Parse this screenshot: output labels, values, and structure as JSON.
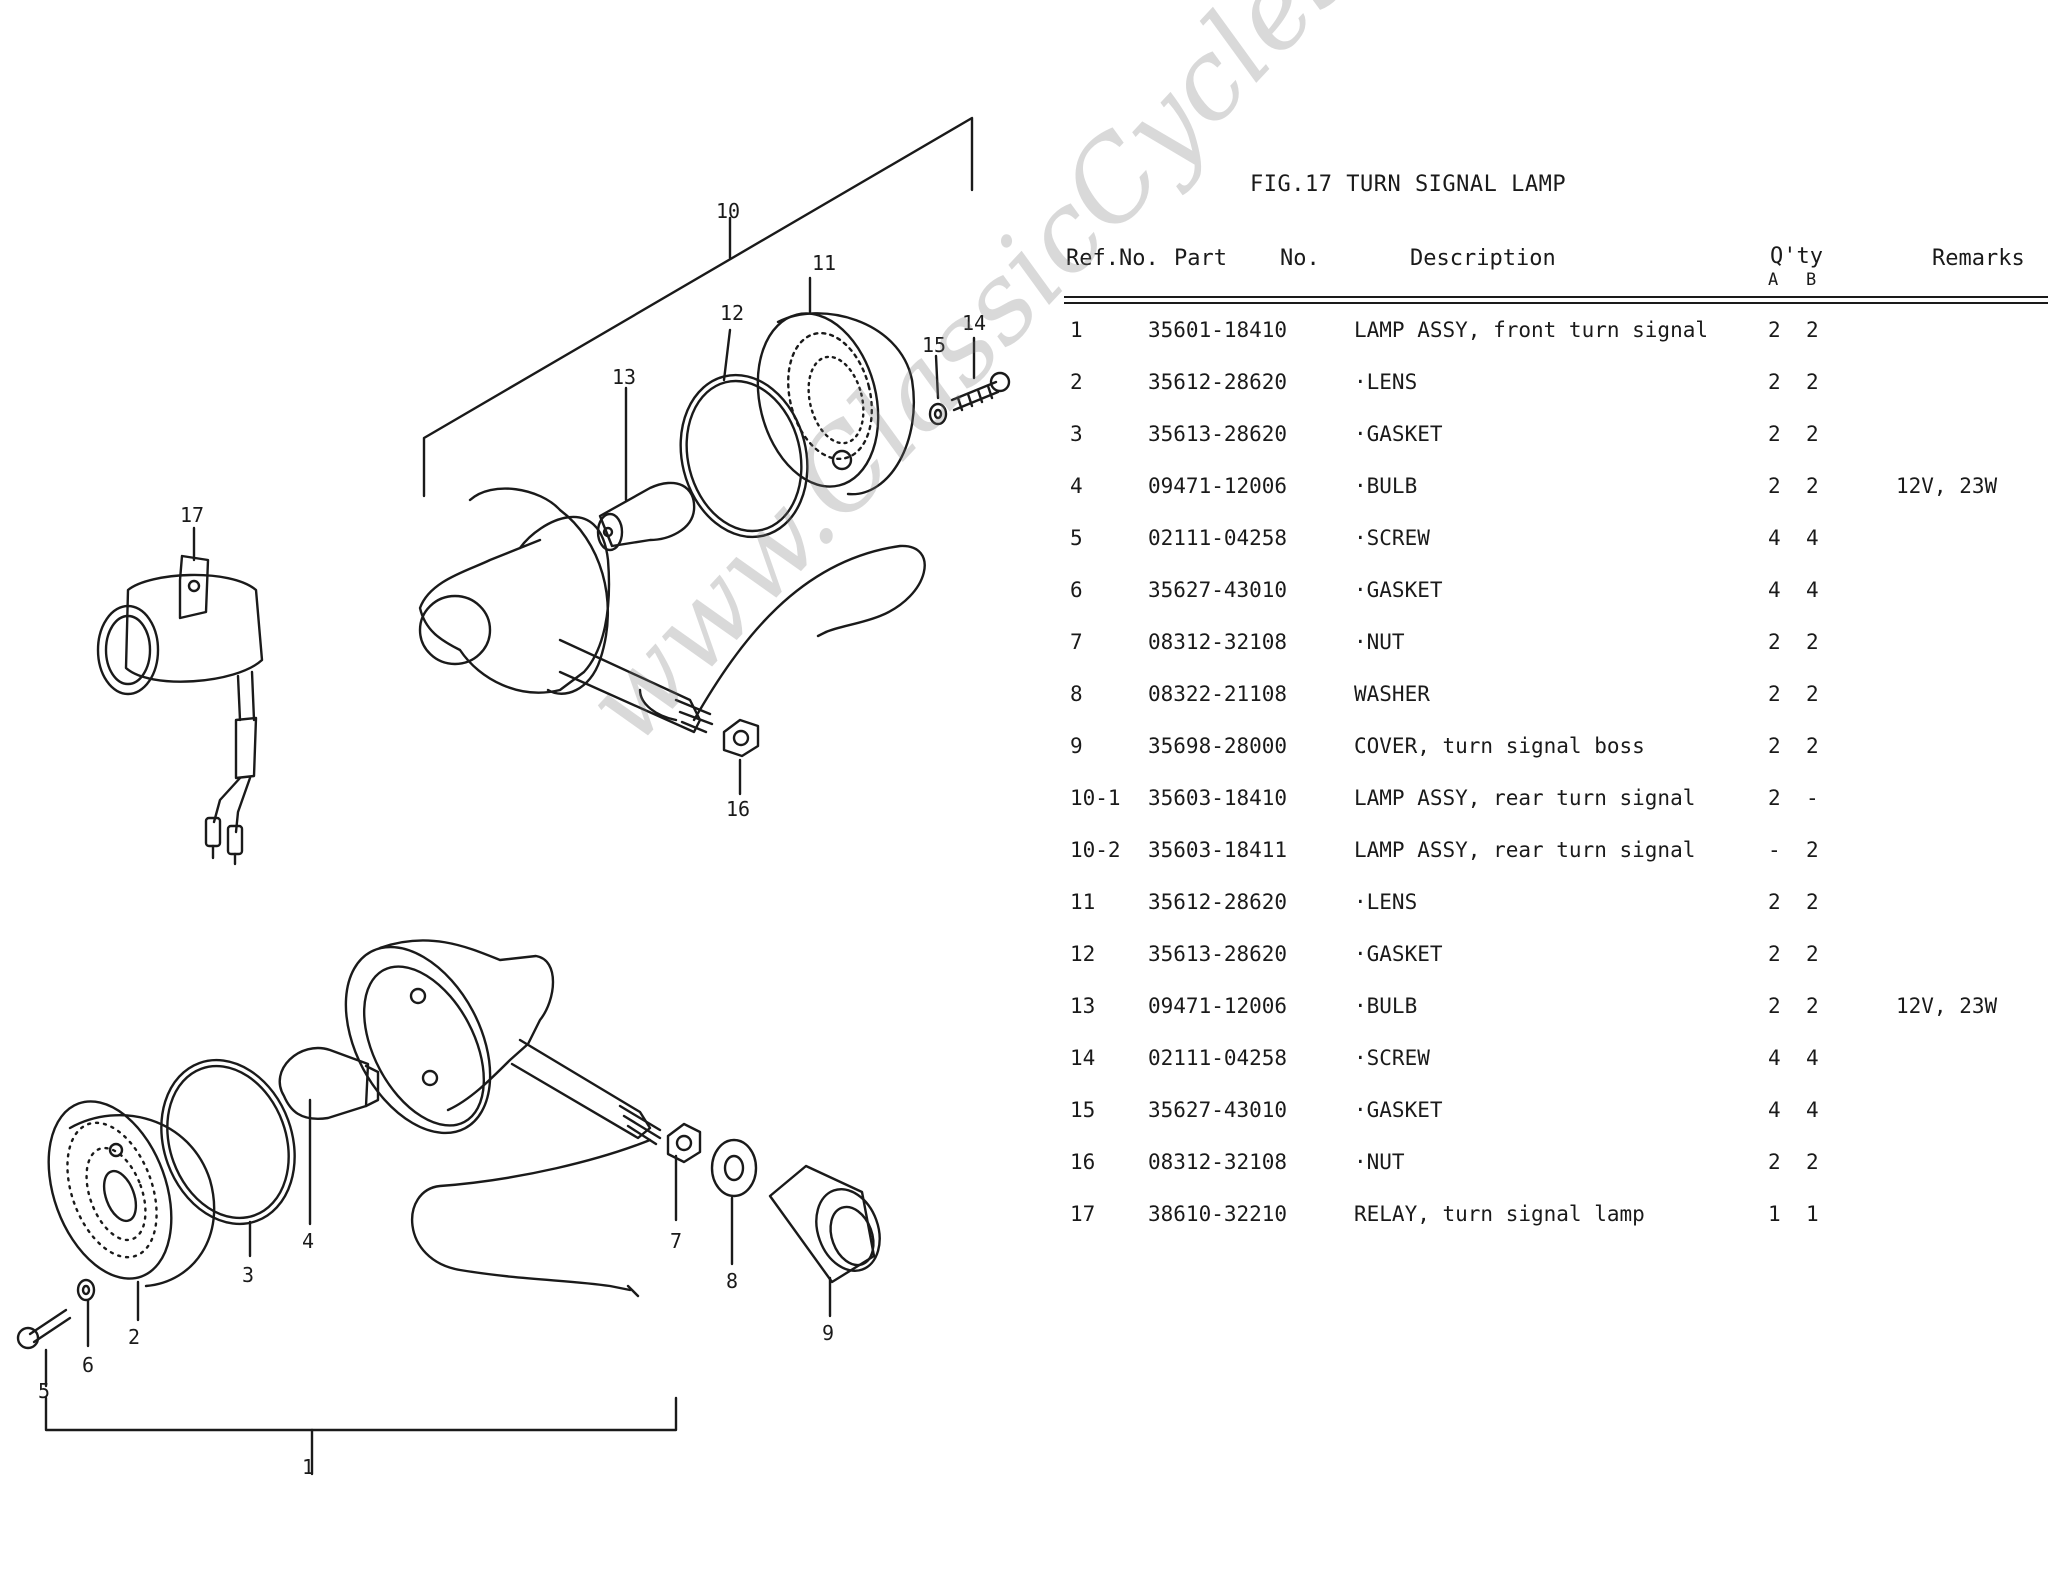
{
  "title": "FIG.17  TURN SIGNAL LAMP",
  "headers": {
    "ref": "Ref.No.",
    "part": "Part    No.",
    "desc": "Description",
    "qty": "Q'ty",
    "qty_a": "A",
    "qty_b": "B",
    "remarks": "Remarks"
  },
  "rows": [
    {
      "ref": "1",
      "part": "35601-18410",
      "desc": "LAMP ASSY, front turn signal",
      "a": "2",
      "b": "2",
      "rem": ""
    },
    {
      "ref": "2",
      "part": "35612-28620",
      "desc": "·LENS",
      "a": "2",
      "b": "2",
      "rem": ""
    },
    {
      "ref": "3",
      "part": "35613-28620",
      "desc": "·GASKET",
      "a": "2",
      "b": "2",
      "rem": ""
    },
    {
      "ref": "4",
      "part": "09471-12006",
      "desc": "·BULB",
      "a": "2",
      "b": "2",
      "rem": "12V, 23W"
    },
    {
      "ref": "5",
      "part": "02111-04258",
      "desc": "·SCREW",
      "a": "4",
      "b": "4",
      "rem": ""
    },
    {
      "ref": "6",
      "part": "35627-43010",
      "desc": "·GASKET",
      "a": "4",
      "b": "4",
      "rem": ""
    },
    {
      "ref": "7",
      "part": "08312-32108",
      "desc": "·NUT",
      "a": "2",
      "b": "2",
      "rem": ""
    },
    {
      "ref": "8",
      "part": "08322-21108",
      "desc": "WASHER",
      "a": "2",
      "b": "2",
      "rem": ""
    },
    {
      "ref": "9",
      "part": "35698-28000",
      "desc": "COVER, turn signal boss",
      "a": "2",
      "b": "2",
      "rem": ""
    },
    {
      "ref": "10-1",
      "part": "35603-18410",
      "desc": "LAMP ASSY, rear turn signal",
      "a": "2",
      "b": "-",
      "rem": ""
    },
    {
      "ref": "10-2",
      "part": "35603-18411",
      "desc": "LAMP ASSY, rear turn signal",
      "a": "-",
      "b": "2",
      "rem": ""
    },
    {
      "ref": "11",
      "part": "35612-28620",
      "desc": "·LENS",
      "a": "2",
      "b": "2",
      "rem": ""
    },
    {
      "ref": "12",
      "part": "35613-28620",
      "desc": "·GASKET",
      "a": "2",
      "b": "2",
      "rem": ""
    },
    {
      "ref": "13",
      "part": "09471-12006",
      "desc": "·BULB",
      "a": "2",
      "b": "2",
      "rem": "12V, 23W"
    },
    {
      "ref": "14",
      "part": "02111-04258",
      "desc": "·SCREW",
      "a": "4",
      "b": "4",
      "rem": ""
    },
    {
      "ref": "15",
      "part": "35627-43010",
      "desc": "·GASKET",
      "a": "4",
      "b": "4",
      "rem": ""
    },
    {
      "ref": "16",
      "part": "08312-32108",
      "desc": "·NUT",
      "a": "2",
      "b": "2",
      "rem": ""
    },
    {
      "ref": "17",
      "part": "38610-32210",
      "desc": "RELAY, turn signal lamp",
      "a": "1",
      "b": "1",
      "rem": ""
    }
  ],
  "callouts": [
    "1",
    "2",
    "3",
    "4",
    "5",
    "6",
    "7",
    "8",
    "9",
    "10",
    "11",
    "12",
    "13",
    "14",
    "15",
    "16",
    "17"
  ],
  "watermark": "www.ClassicCycles.org"
}
